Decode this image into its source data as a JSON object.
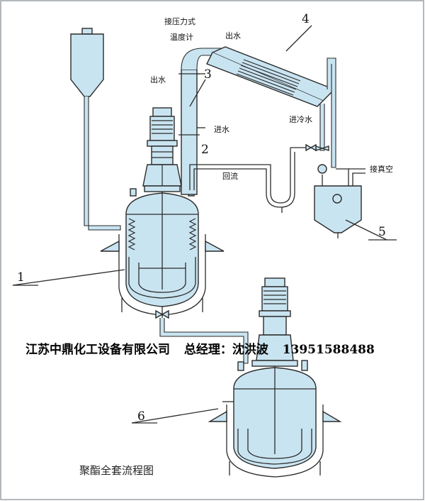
{
  "labels": {
    "pressure_gauge": "接压力式",
    "thermometer": "温度计",
    "water_out_top": "出水",
    "water_out_left": "出水",
    "water_in": "进水",
    "cold_water_in": "进冷水",
    "reflux": "回流",
    "vacuum": "接真空"
  },
  "numbers": {
    "reactor_main": "1",
    "column": "2",
    "pipe": "3",
    "condenser": "4",
    "receiver": "5",
    "reactor_second": "6"
  },
  "banner": {
    "company": "江苏中鼎化工设备有限公司",
    "manager": "总经理：沈洪波",
    "phone": "13951588488"
  },
  "caption": "聚酯全套流程图",
  "colors": {
    "fill": "#c9e4f1",
    "stroke": "#2b2b2b",
    "frame": "#9aa0a6"
  }
}
